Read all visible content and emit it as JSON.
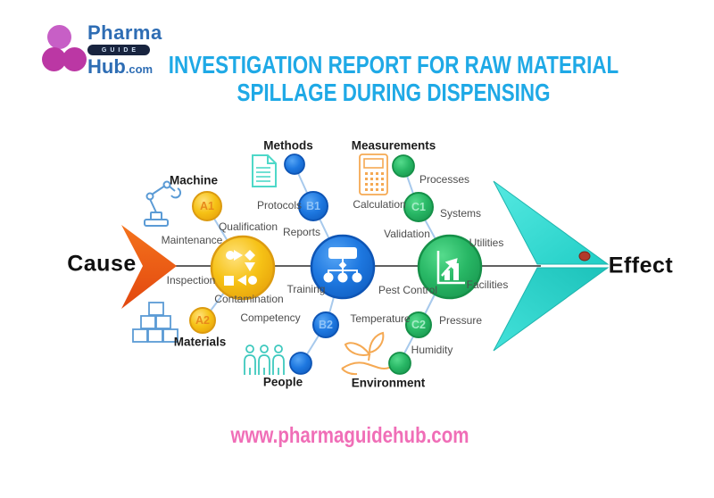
{
  "logo": {
    "brand_top": "Pharma",
    "brand_badge": "GUIDE",
    "brand_bottom": "Hub",
    "brand_suffix": ".com"
  },
  "title": {
    "line1": "INVESTIGATION REPORT FOR RAW MATERIAL",
    "line2": "SPILLAGE DURING DISPENSING"
  },
  "fishbone": {
    "cause": "Cause",
    "effect": "Effect",
    "categories": {
      "machine": "Machine",
      "materials": "Materials",
      "methods": "Methods",
      "people": "People",
      "measurements": "Measurements",
      "environment": "Environment"
    },
    "nodes": {
      "a1": "A1",
      "a2": "A2",
      "b1": "B1",
      "b2": "B2",
      "c1": "C1",
      "c2": "C2"
    },
    "factors": {
      "qualification": "Qualification",
      "maintenance": "Maintenance",
      "inspection": "Inspection",
      "contamination": "Contamination",
      "protocols": "Protocols",
      "reports": "Reports",
      "training": "Training",
      "competency": "Competency",
      "calculation": "Calculation",
      "validation": "Validation",
      "pest_control": "Pest Control",
      "temperature": "Temperature",
      "processes": "Processes",
      "systems": "Systems",
      "utilities": "Utilities",
      "facilities": "Facilities",
      "pressure": "Pressure",
      "humidity": "Humidity"
    }
  },
  "footer": {
    "website": "www.pharmaguidehub.com"
  },
  "icons": {
    "machine": "robot-arm-icon",
    "materials": "boxes-icon",
    "methods": "document-icon",
    "people": "people-icon",
    "measurements": "calculator-icon",
    "environment": "hand-plant-icon",
    "machine_node": "workflow-icon",
    "methods_node": "org-chart-icon",
    "measurements_node": "bar-chart-icon",
    "fish_eye": "fish-eye-dot"
  },
  "colors": {
    "title": "#1FA9E6",
    "website": "#F06EB7",
    "cause_arrow": "#EC5A17",
    "fish_head": "#3ADFD7",
    "yellow_node": "#F6C216",
    "blue_node": "#1E78E0",
    "green_node": "#28B765",
    "connector": "#A7C9EC",
    "spine": "#4A4A4A",
    "logo_circle": "#BB37A4",
    "logo_text": "#2E6DB4"
  }
}
